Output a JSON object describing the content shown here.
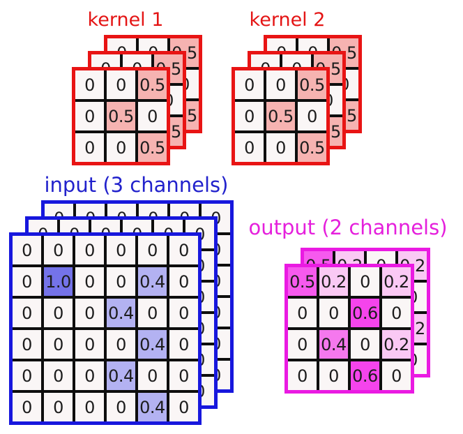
{
  "titles": {
    "kernel1": "kernel 1",
    "kernel2": "kernel 2",
    "input": "input (3 channels)",
    "output": "output (2 channels)"
  },
  "colors": {
    "kernel_title": "#e41414",
    "input_title": "#2222cc",
    "output_title": "#e520dc",
    "grid_line": "#0e0e0e",
    "cell_bg": "#faf6f6",
    "number_text": "#1c1c1c",
    "kernel_border": "#e81414",
    "input_border": "#1717dd",
    "output_border": "#ea1ae2"
  },
  "stacks": [
    {
      "id": "kernel1",
      "label": "kernel 1",
      "border": "#e81414",
      "layers": 3,
      "cells": [
        [
          "0",
          "0",
          "0.5"
        ],
        [
          "0",
          "0.5",
          "0"
        ],
        [
          "0",
          "0",
          "0.5"
        ]
      ],
      "value_colors": {
        "0.5": "#f6b3b1"
      }
    },
    {
      "id": "kernel2",
      "label": "kernel 2",
      "border": "#e81414",
      "layers": 3,
      "cells": [
        [
          "0",
          "0",
          "0.5"
        ],
        [
          "0",
          "0.5",
          "0"
        ],
        [
          "0",
          "0",
          "0.5"
        ]
      ],
      "value_colors": {
        "0.5": "#f6b3b1"
      }
    },
    {
      "id": "input",
      "label": "input (3 channels)",
      "border": "#1717dd",
      "layers": 3,
      "cells": [
        [
          "0",
          "0",
          "0",
          "0",
          "0",
          "0"
        ],
        [
          "0",
          "1.0",
          "0",
          "0",
          "0.4",
          "0"
        ],
        [
          "0",
          "0",
          "0",
          "0.4",
          "0",
          "0"
        ],
        [
          "0",
          "0",
          "0",
          "0",
          "0.4",
          "0"
        ],
        [
          "0",
          "0",
          "0",
          "0.4",
          "0",
          "0"
        ],
        [
          "0",
          "0",
          "0",
          "0",
          "0.4",
          "0"
        ]
      ],
      "value_colors": {
        "1.0": "#7473e9",
        "0.4": "#b3b2f2"
      }
    },
    {
      "id": "output",
      "label": "output (2 channels)",
      "border": "#ea1ae2",
      "layers": 2,
      "cells": [
        [
          "0.5",
          "0.2",
          "0",
          "0.2"
        ],
        [
          "0",
          "0",
          "0.6",
          "0"
        ],
        [
          "0",
          "0.4",
          "0",
          "0.2"
        ],
        [
          "0",
          "0",
          "0.6",
          "0"
        ]
      ],
      "value_colors": {
        "0.6": "#f544ec",
        "0.5": "#f65aee",
        "0.4": "#f578ee",
        "0.2": "#fac9f4"
      }
    }
  ]
}
